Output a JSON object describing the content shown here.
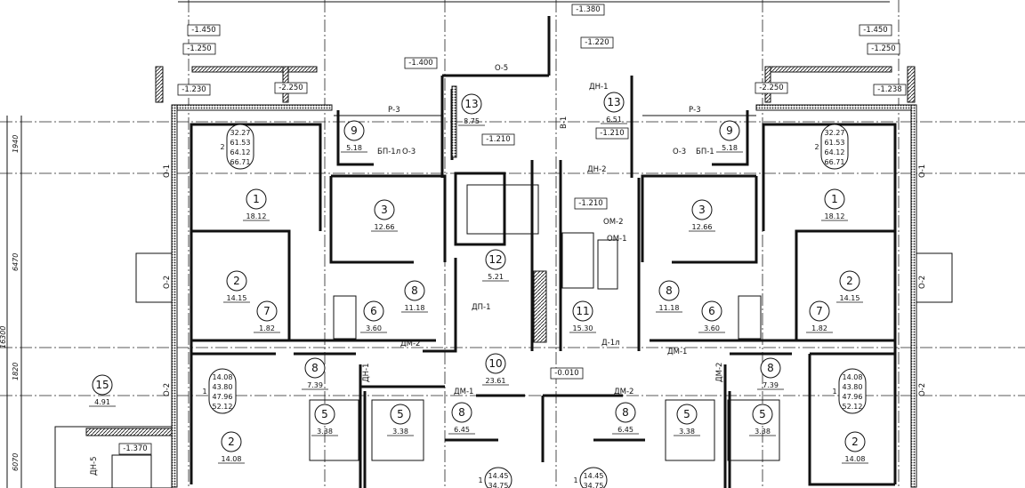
{
  "title": "Floor plan",
  "rooms": [
    {
      "num": "13",
      "area": "8.75"
    },
    {
      "num": "9",
      "area": "5.18"
    },
    {
      "num": "1",
      "area": "18.12"
    },
    {
      "num": "3",
      "area": "12.66"
    },
    {
      "num": "2",
      "area": "14.15"
    },
    {
      "num": "7",
      "area": "1.82"
    },
    {
      "num": "6",
      "area": "3.60"
    },
    {
      "num": "8",
      "area": "11.18"
    },
    {
      "num": "12",
      "area": "5.21"
    },
    {
      "num": "10",
      "area": "23.61"
    },
    {
      "num": "8",
      "area": "7.39"
    },
    {
      "num": "5",
      "area": "3.38"
    },
    {
      "num": "5",
      "area": "3.38"
    },
    {
      "num": "8",
      "area": "6.45"
    },
    {
      "num": "2",
      "area": "14.08"
    },
    {
      "num": "15",
      "area": "4.91"
    },
    {
      "num": "13",
      "area": "6.51"
    },
    {
      "num": "9",
      "area": "5.18"
    },
    {
      "num": "1",
      "area": "18.12"
    },
    {
      "num": "3",
      "area": "12.66"
    },
    {
      "num": "11",
      "area": "15.30"
    },
    {
      "num": "8",
      "area": "11.18"
    },
    {
      "num": "6",
      "area": "3.60"
    },
    {
      "num": "7",
      "area": "1.82"
    },
    {
      "num": "2",
      "area": "14.15"
    },
    {
      "num": "8",
      "area": "7.39"
    },
    {
      "num": "5",
      "area": "3.38"
    },
    {
      "num": "5",
      "area": "3.38"
    },
    {
      "num": "8",
      "area": "6.45"
    },
    {
      "num": "2",
      "area": "14.08"
    }
  ],
  "apartments": [
    {
      "rooms": "2",
      "values": [
        "32.27",
        "61.53",
        "64.12",
        "66.71"
      ]
    },
    {
      "rooms": "1",
      "values": [
        "14.08",
        "43.80",
        "47.96",
        "52.12"
      ]
    },
    {
      "rooms": "2",
      "values": [
        "32.27",
        "61.53",
        "64.12",
        "66.71"
      ]
    },
    {
      "rooms": "1",
      "values": [
        "14.08",
        "43.80",
        "47.96",
        "52.12"
      ]
    },
    {
      "rooms": "1",
      "values": [
        "14.45",
        "34.75"
      ]
    },
    {
      "rooms": "1",
      "values": [
        "14.45",
        "34.75"
      ]
    }
  ],
  "levels": [
    "-1.450",
    "-1.250",
    "-1.230",
    "-2.250",
    "-1.400",
    "-1.380",
    "-1.220",
    "-1.210",
    "-1.210",
    "-1.210",
    "-0.010",
    "-1.450",
    "-1.250",
    "-2.250",
    "-1.238",
    "-1.370"
  ],
  "marks": [
    "Р-3",
    "Р-3",
    "О-5",
    "ДН-1",
    "В-1",
    "ДН-2",
    "БП-1л",
    "О-3",
    "О-3",
    "БП-1",
    "ОМ-2",
    "ОМ-1",
    "ДП-1",
    "Д-1л",
    "ДМ-2",
    "ДМ-1",
    "ДН-1",
    "ДМ-1",
    "ДМ-2",
    "ДМ-2",
    "ДН-5",
    "О-1",
    "О-1",
    "О-2",
    "О-2",
    "О-2",
    "О-2"
  ],
  "dimensions": [
    "1940",
    "6470",
    "16300",
    "1820",
    "6070"
  ]
}
